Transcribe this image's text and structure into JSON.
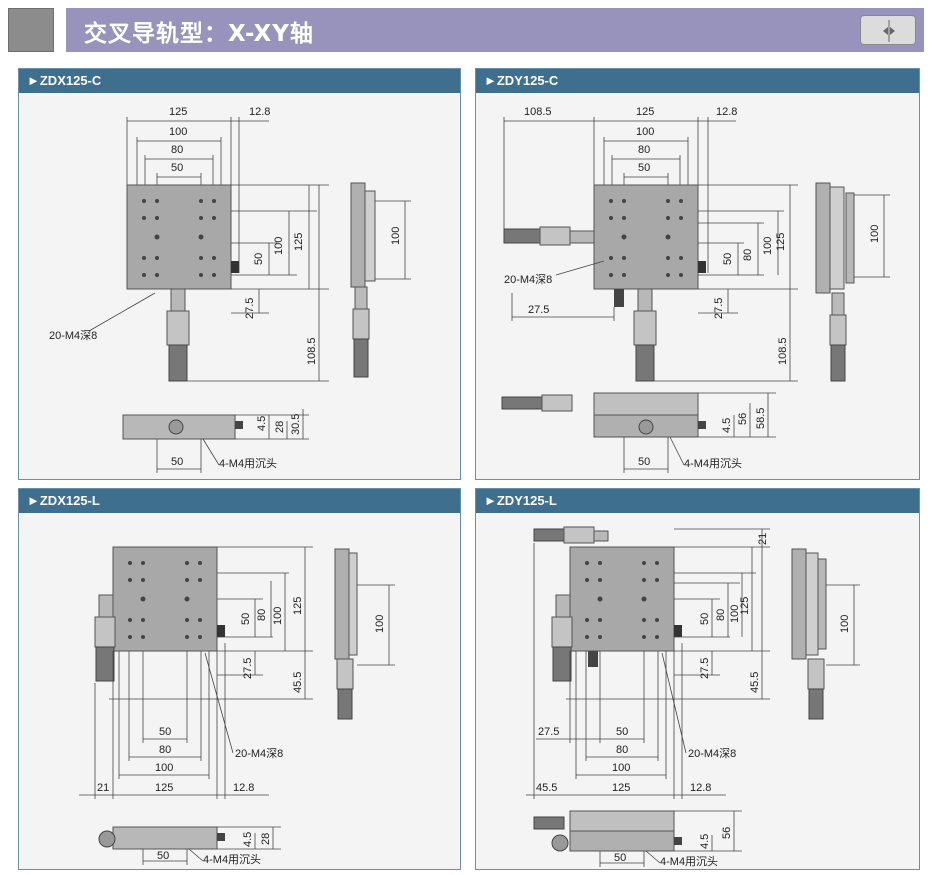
{
  "header": {
    "title": "交叉导轨型：X-XY轴",
    "button_icon": "left-right-arrow-icon"
  },
  "panels": {
    "zdx_c": {
      "title": "►ZDX125-C",
      "dims": {
        "w125": "125",
        "w100": "100",
        "w80": "80",
        "w50": "50",
        "d12_8": "12.8",
        "v50": "50",
        "v100": "100",
        "v125": "125",
        "v27_5": "27.5",
        "v108_5": "108.5",
        "side100": "100",
        "bottom4_5": "4.5",
        "bottom28": "28",
        "bottom30_5": "30.5",
        "bottom50": "50"
      },
      "notes": {
        "holes": "20-M4深8",
        "bottom_holes": "4-M4用沉头"
      }
    },
    "zdy_c": {
      "title": "►ZDY125-C",
      "dims": {
        "w108_5": "108.5",
        "w125": "125",
        "w100": "100",
        "w80": "80",
        "w50": "50",
        "d12_8": "12.8",
        "v50": "50",
        "v80": "80",
        "v100": "100",
        "v125": "125",
        "v27_5": "27.5",
        "h27_5": "27.5",
        "v108_5": "108.5",
        "side100": "100",
        "bottom4_5": "4.5",
        "bottom56": "56",
        "bottom58_5": "58.5",
        "bottom50": "50"
      },
      "notes": {
        "holes": "20-M4深8",
        "bottom_holes": "4-M4用沉头"
      }
    },
    "zdx_l": {
      "title": "►ZDX125-L",
      "dims": {
        "v50": "50",
        "v80": "80",
        "v100": "100",
        "v125": "125",
        "v27_5": "27.5",
        "v45_5": "45.5",
        "side100": "100",
        "w50": "50",
        "w80": "80",
        "w100": "100",
        "w125": "125",
        "d21": "21",
        "d12_8": "12.8",
        "bottom4_5": "4.5",
        "bottom28": "28",
        "bottom50": "50"
      },
      "notes": {
        "holes": "20-M4深8",
        "bottom_holes": "4-M4用沉头"
      }
    },
    "zdy_l": {
      "title": "►ZDY125-L",
      "dims": {
        "d21": "21",
        "v50": "50",
        "v80": "80",
        "v100": "100",
        "v125": "125",
        "v27_5": "27.5",
        "v45_5": "45.5",
        "side100": "100",
        "h27_5": "27.5",
        "w50": "50",
        "w80": "80",
        "w100": "100",
        "w125": "125",
        "d45_5": "45.5",
        "d12_8": "12.8",
        "bottom4_5": "4.5",
        "bottom56": "56",
        "bottom50": "50"
      },
      "notes": {
        "holes": "20-M4深8",
        "bottom_holes": "4-M4用沉头"
      }
    }
  }
}
